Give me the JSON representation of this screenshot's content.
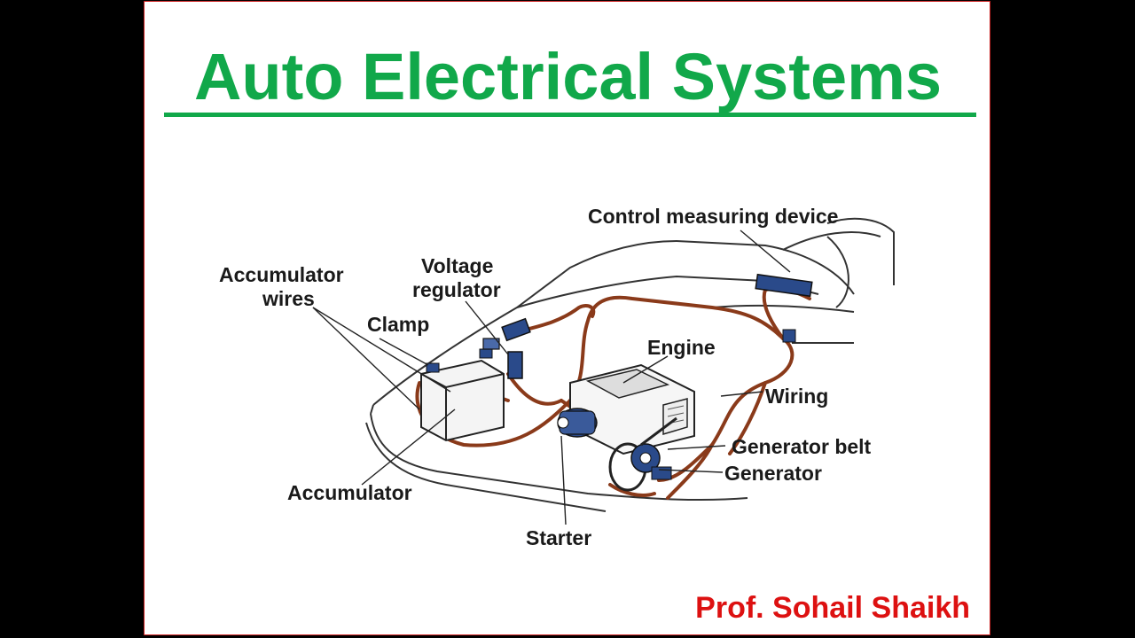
{
  "title": "Auto Electrical Systems",
  "author": "Prof. Sohail Shaikh",
  "colors": {
    "title": "#11a84a",
    "author": "#dd1111",
    "wiring": "#8a3a1a",
    "component": "#2a4a8a",
    "border": "#cc2020"
  },
  "labels": {
    "control_measuring_device": "Control measuring device",
    "accumulator_wires_1": "Accumulator",
    "accumulator_wires_2": "wires",
    "voltage_regulator_1": "Voltage",
    "voltage_regulator_2": "regulator",
    "clamp": "Clamp",
    "engine": "Engine",
    "wiring": "Wiring",
    "generator_belt": "Generator belt",
    "generator": "Generator",
    "accumulator": "Accumulator",
    "starter": "Starter"
  }
}
